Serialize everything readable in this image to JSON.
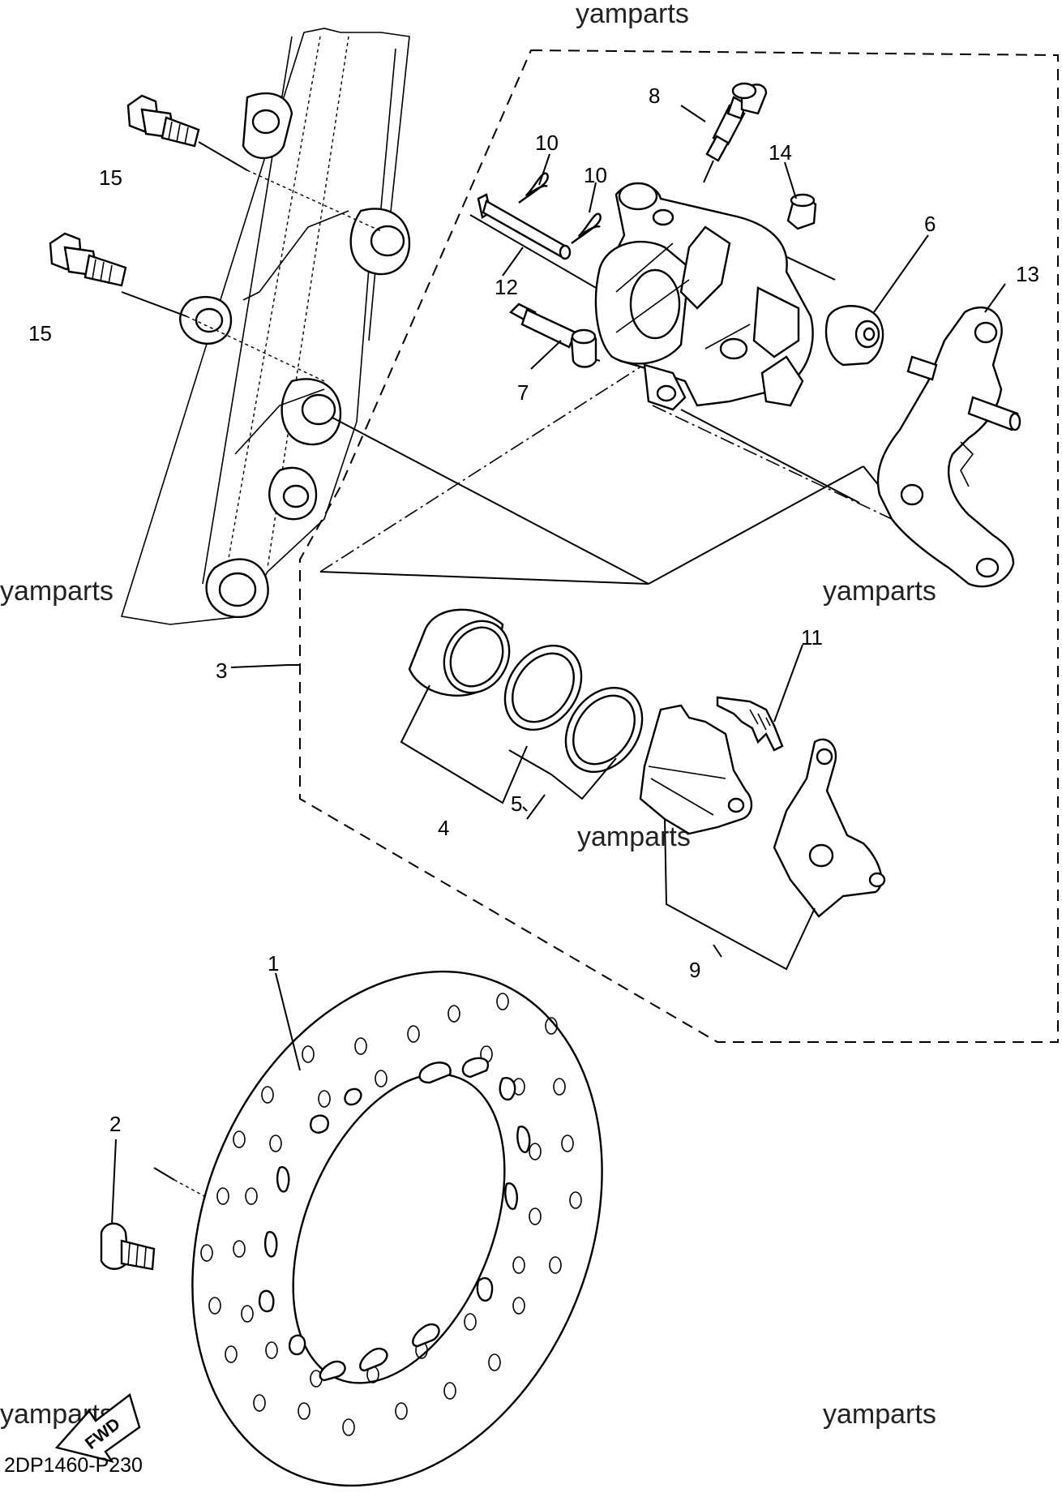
{
  "watermark": "yamparts",
  "drawing_code": "2DP1460-P230",
  "fwd_label": "FWD",
  "callouts": {
    "p1": "1",
    "p2": "2",
    "p3": "3",
    "p4": "4",
    "p5": "5",
    "p6": "6",
    "p7": "7",
    "p8": "8",
    "p9": "9",
    "p10a": "10",
    "p10b": "10",
    "p11": "11",
    "p12": "12",
    "p13": "13",
    "p14": "14",
    "p15a": "15",
    "p15b": "15"
  }
}
